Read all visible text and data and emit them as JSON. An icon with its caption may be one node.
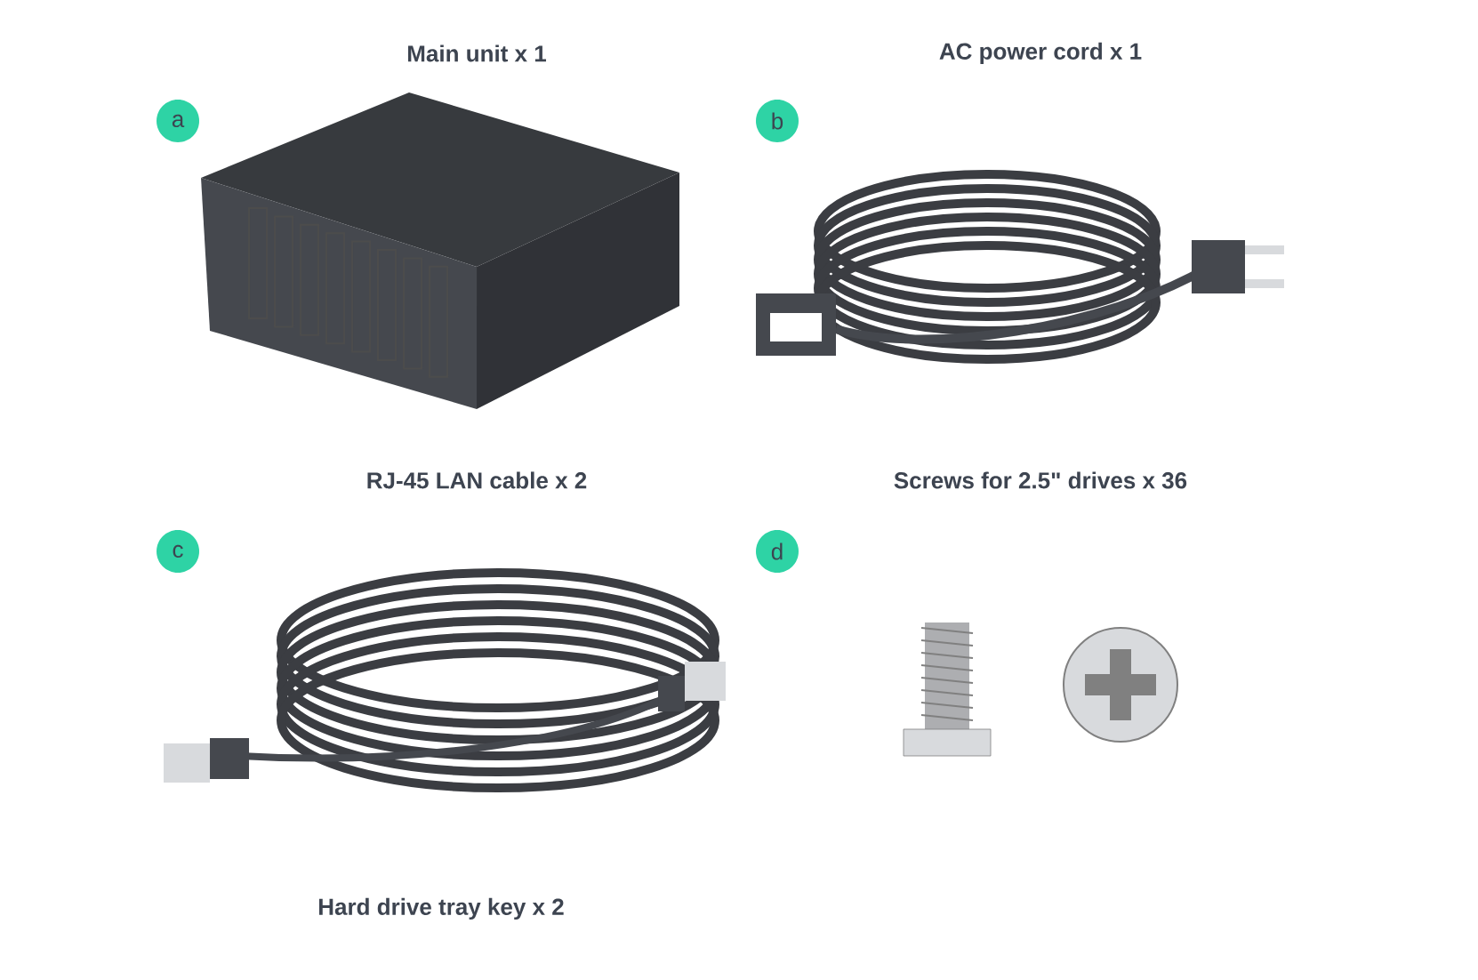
{
  "diagram": {
    "nodes": [
      {
        "text": [
          "a"
        ]
      },
      {
        "text": [
          "b"
        ]
      },
      {
        "text": [
          "c"
        ]
      },
      {
        "text": [
          "d"
        ]
      }
    ],
    "labels": [
      "Main unit x 1",
      "AC power cord x 1",
      "RJ-45 LAN cable x 2",
      "Screws for 2.5\" drives x 36",
      "Hard drive tray key x 2"
    ]
  }
}
